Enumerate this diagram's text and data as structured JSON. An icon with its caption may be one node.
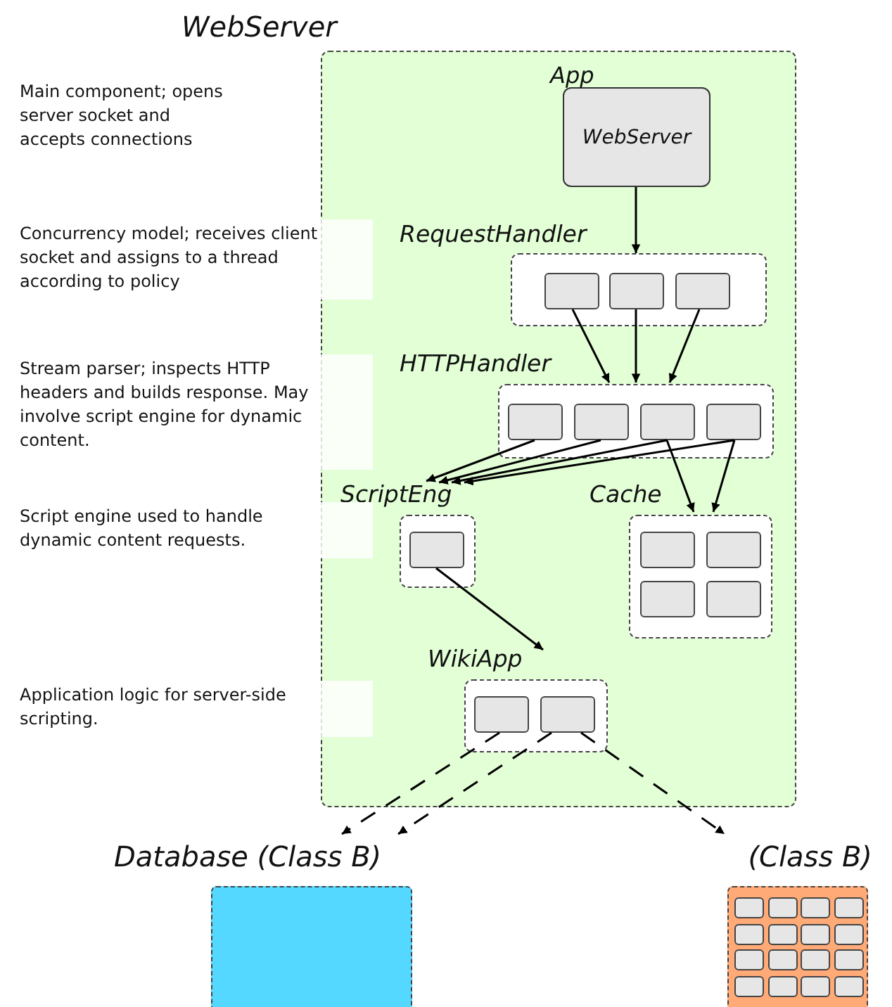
{
  "diagram": {
    "nodes": [
      {
        "text": [
          "WebServer"
        ]
      },
      {
        "text": [
          "App",
          "WebServer"
        ],
        "in": 0
      },
      {
        "text": [
          "RequestHandler"
        ],
        "in": 0
      },
      {
        "text": [],
        "shape": "box",
        "in": 2
      },
      {
        "text": [],
        "shape": "box",
        "in": 2
      },
      {
        "text": [],
        "shape": "box",
        "in": 2
      },
      {
        "text": [
          "HTTPHandler"
        ],
        "in": 0
      },
      {
        "text": [],
        "shape": "box",
        "in": 6
      },
      {
        "text": [],
        "shape": "box",
        "in": 6
      },
      {
        "text": [],
        "shape": "box",
        "in": 6
      },
      {
        "text": [],
        "shape": "box",
        "in": 6
      },
      {
        "text": [
          "ScriptEng"
        ],
        "in": 0
      },
      {
        "text": [],
        "shape": "box",
        "in": 11
      },
      {
        "text": [
          "Cache"
        ],
        "in": 0
      },
      {
        "text": [],
        "shape": "box",
        "in": 13
      },
      {
        "text": [],
        "shape": "box",
        "in": 13
      },
      {
        "text": [],
        "shape": "box",
        "in": 13
      },
      {
        "text": [],
        "shape": "box",
        "in": 13
      },
      {
        "text": [
          "WikiApp"
        ],
        "in": 0
      },
      {
        "text": [],
        "shape": "box",
        "in": 18
      },
      {
        "text": [],
        "shape": "box",
        "in": 18
      },
      {
        "text": [
          "Database (Class B)"
        ]
      },
      {
        "text": [
          "(Class B)"
        ]
      },
      {
        "text": [],
        "shape": "box",
        "in": 22
      },
      {
        "text": [],
        "shape": "box",
        "in": 22
      },
      {
        "text": [],
        "shape": "box",
        "in": 22
      },
      {
        "text": [],
        "shape": "box",
        "in": 22
      },
      {
        "text": [],
        "shape": "box",
        "in": 22
      },
      {
        "text": [],
        "shape": "box",
        "in": 22
      },
      {
        "text": [],
        "shape": "box",
        "in": 22
      },
      {
        "text": [],
        "shape": "box",
        "in": 22
      },
      {
        "text": [],
        "shape": "box",
        "in": 22
      },
      {
        "text": [],
        "shape": "box",
        "in": 22
      },
      {
        "text": [],
        "shape": "box",
        "in": 22
      },
      {
        "text": [],
        "shape": "box",
        "in": 22
      },
      {
        "text": [],
        "shape": "box",
        "in": 22
      },
      {
        "text": [],
        "shape": "box",
        "in": 22
      },
      {
        "text": [],
        "shape": "box",
        "in": 22
      },
      {
        "text": [],
        "shape": "box",
        "in": 22
      }
    ],
    "edges": [
      {
        "from": 1,
        "to": 2,
        "arrow": "to"
      },
      {
        "from": 3,
        "to": 6,
        "arrow": "to"
      },
      {
        "from": 4,
        "to": 6,
        "arrow": "to"
      },
      {
        "from": 5,
        "to": 6,
        "arrow": "to"
      },
      {
        "from": 7,
        "to": 11,
        "arrow": "to"
      },
      {
        "from": 8,
        "to": 11,
        "arrow": "to"
      },
      {
        "from": 9,
        "to": 11,
        "arrow": "to"
      },
      {
        "from": 10,
        "to": 11,
        "arrow": "to"
      },
      {
        "from": 9,
        "to": 13,
        "arrow": "to"
      },
      {
        "from": 10,
        "to": 13,
        "arrow": "to"
      },
      {
        "from": 12,
        "to": 18,
        "arrow": "to"
      },
      {
        "from": 19,
        "to": 21,
        "arrow": "to",
        "style": "dashed"
      },
      {
        "from": 20,
        "to": 21,
        "arrow": "to",
        "style": "dashed"
      },
      {
        "from": 20,
        "to": 22,
        "arrow": "to",
        "style": "dashed"
      }
    ],
    "labels": [
      "Main component; opens server socket and accepts connections",
      "Concurrency model; receives client socket and assigns to a thread according to policy",
      "Stream parser; inspects HTTP headers and builds response. May involve script engine for dynamic content.",
      "Script engine used to handle dynamic content requests.",
      "Application logic for server-side scripting."
    ]
  }
}
